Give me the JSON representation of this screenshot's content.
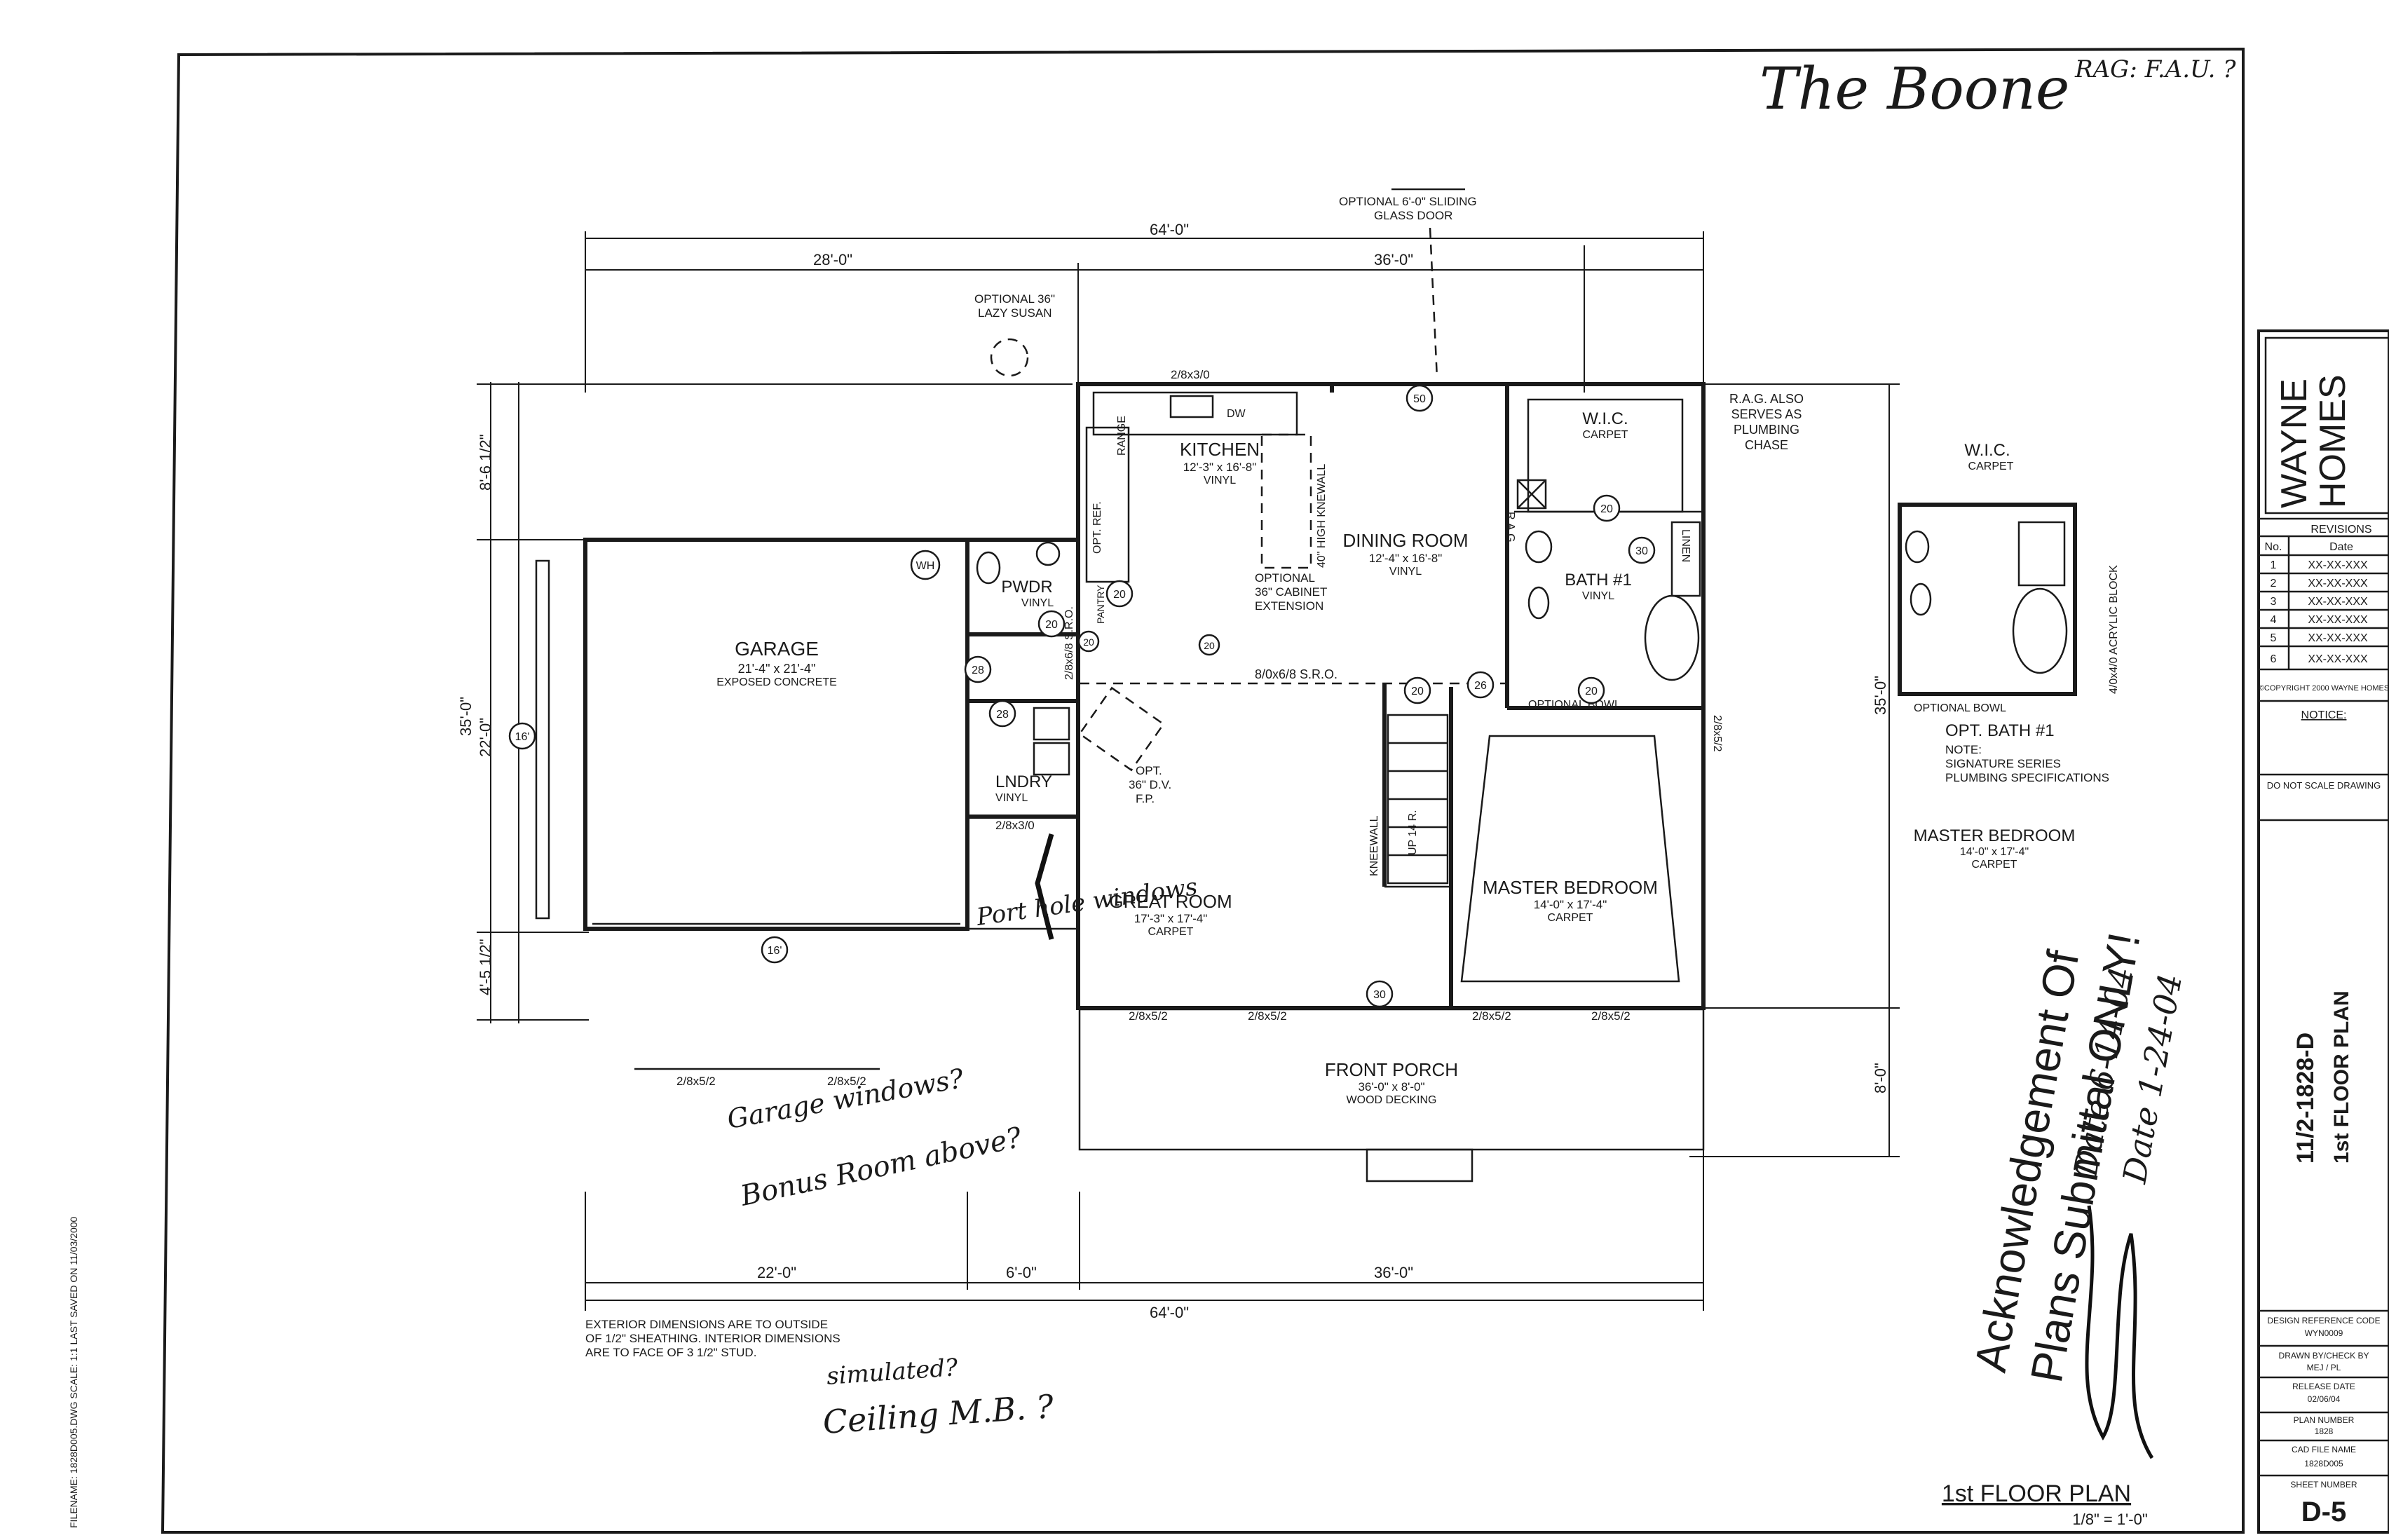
{
  "title_handwritten": "The Boone",
  "title_note": "RAG: F.A.U. ?",
  "sheet": {
    "company_line1": "WAYNE",
    "company_line2": "HOMES",
    "revisions_header": "REVISIONS",
    "rev_col_no": "No.",
    "rev_col_date": "Date",
    "revisions": [
      {
        "no": "1",
        "date": "XX-XX-XXX"
      },
      {
        "no": "2",
        "date": "XX-XX-XXX"
      },
      {
        "no": "3",
        "date": "XX-XX-XXX"
      },
      {
        "no": "4",
        "date": "XX-XX-XXX"
      },
      {
        "no": "5",
        "date": "XX-XX-XXX"
      },
      {
        "no": "6",
        "date": "XX-XX-XXX"
      }
    ],
    "copyright": "©COPYRIGHT 2000 WAYNE HOMES",
    "notice_header": "NOTICE:",
    "do_not_scale": "DO NOT SCALE DRAWING",
    "plan_code": "11/2-1828-D",
    "plan_title": "1st FLOOR PLAN",
    "design_reference_label": "DESIGN REFERENCE CODE",
    "design_reference_value": "WYN0009",
    "drawn_by_label": "DRAWN BY/CHECK BY",
    "drawn_by_value": "MEJ / PL",
    "release_date_label": "RELEASE DATE",
    "release_date_value": "02/06/04",
    "plan_number_label": "PLAN NUMBER",
    "plan_number_value": "1828",
    "cad_file_label": "CAD FILE NAME",
    "cad_file_value": "1828D005",
    "sheet_number_label": "SHEET NUMBER",
    "sheet_number_value": "D-5"
  },
  "left_margin_text": "FILENAME: 1828D005.DWG SCALE: 1:1 LAST SAVED ON 11/03/2000",
  "dimensions": {
    "overall_top": "64'-0\"",
    "top_left": "28'-0\"",
    "top_right": "36'-0\"",
    "overall_bottom": "64'-0\"",
    "bottom_left": "22'-0\"",
    "bottom_mid": "6'-0\"",
    "bottom_right": "36'-0\"",
    "left_top": "8'-6 1/2\"",
    "left_overall": "35'-0\"",
    "left_mid": "22'-0\"",
    "left_bottom": "4'-5 1/2\"",
    "right_overall": "35'-0\"",
    "right_porch": "8'-0\""
  },
  "rooms": {
    "kitchen": {
      "name": "KITCHEN",
      "size": "12'-3\" x 16'-8\"",
      "floor": "VINYL"
    },
    "dining": {
      "name": "DINING ROOM",
      "size": "12'-4\" x 16'-8\"",
      "floor": "VINYL"
    },
    "garage": {
      "name": "GARAGE",
      "size": "21'-4\" x 21'-4\"",
      "floor": "EXPOSED CONCRETE"
    },
    "pwdr": {
      "name": "PWDR",
      "floor": "VINYL"
    },
    "lndry": {
      "name": "LNDRY",
      "floor": "VINYL"
    },
    "great": {
      "name": "GREAT ROOM",
      "size": "17'-3\" x 17'-4\"",
      "floor": "CARPET"
    },
    "master": {
      "name": "MASTER BEDROOM",
      "size": "14'-0\" x 17'-4\"",
      "floor": "CARPET"
    },
    "wic": {
      "name": "W.I.C.",
      "floor": "CARPET"
    },
    "bath1": {
      "name": "BATH #1",
      "floor": "VINYL"
    },
    "porch": {
      "name": "FRONT PORCH",
      "size": "36'-0\" x 8'-0\"",
      "floor": "WOOD DECKING"
    }
  },
  "alt_plan": {
    "wic": "W.I.C.",
    "wic_floor": "CARPET",
    "bath_title": "OPT. BATH #1",
    "note_label": "NOTE:",
    "note_line1": "SIGNATURE SERIES",
    "note_line2": "PLUMBING SPECIFICATIONS",
    "master": "MASTER BEDROOM",
    "master_size": "14'-0\" x 17'-4\"",
    "master_floor": "CARPET",
    "opt_bowl": "OPTIONAL BOWL",
    "acrylic": "4/0x4/0 ACRYLIC BLOCK"
  },
  "notes": {
    "sliding_door_1": "OPTIONAL 6'-0\" SLIDING",
    "sliding_door_2": "GLASS DOOR",
    "lazy_susan_1": "OPTIONAL 36\"",
    "lazy_susan_2": "LAZY SUSAN",
    "cabinet_1": "OPTIONAL",
    "cabinet_2": "36\" CABINET",
    "cabinet_3": "EXTENSION",
    "kneewall": "40\" HIGH KNEWALL",
    "rag_1": "R.A.G. ALSO",
    "rag_2": "SERVES AS",
    "rag_3": "PLUMBING",
    "rag_4": "CHASE",
    "rag_short": "R.A.G.",
    "fp_1": "OPT.",
    "fp_2": "36\" D.V.",
    "fp_3": "F.P.",
    "opt_bowl": "OPTIONAL BOWL",
    "range": "RANGE",
    "dw": "DW",
    "opt_ref": "OPT. REF.",
    "pantry": "PANTRY",
    "linen": "LINEN",
    "wh": "WH",
    "stairs": "UP 14 R.",
    "kneewall_stair": "KNEEWALL",
    "sro": "8/0x6/8 S.R.O.",
    "sro_small": "2/8x6/8 S.R.O.",
    "ext_dims_1": "EXTERIOR DIMENSIONS ARE TO OUTSIDE",
    "ext_dims_2": "OF 1/2\" SHEATHING. INTERIOR DIMENSIONS",
    "ext_dims_3": "ARE TO FACE OF 3 1/2\" STUD.",
    "plan_label": "1st FLOOR PLAN",
    "scale": "1/8\" = 1'-0\""
  },
  "windows": {
    "kitchen": "2/8x3/0",
    "laundry": "2/8x3/0",
    "great_left": "2/8x5/2",
    "great_right": "2/8x5/2",
    "master_left": "2/8x5/2",
    "master_right": "2/8x5/2",
    "master_side": "2/8x5/2",
    "garage_1": "2/8x5/2",
    "garage_2": "2/8x5/2"
  },
  "doors": [
    "50",
    "20",
    "30",
    "20",
    "20",
    "28",
    "28",
    "20",
    "26",
    "20",
    "30",
    "20",
    "20",
    "16'",
    "16'"
  ],
  "handwritten": {
    "port_hole": "Port hole windows",
    "garage_windows": "Garage windows?",
    "bonus_room": "Bonus Room above?",
    "simulated": "simulated?",
    "ceiling": "Ceiling M.B. ?",
    "date1": "Date 6-14-04",
    "date2": "Date 1-24-04"
  },
  "acknowledgement_1": "Acknowledgement Of",
  "acknowledgement_2": "Plans Submittal ONLY!"
}
